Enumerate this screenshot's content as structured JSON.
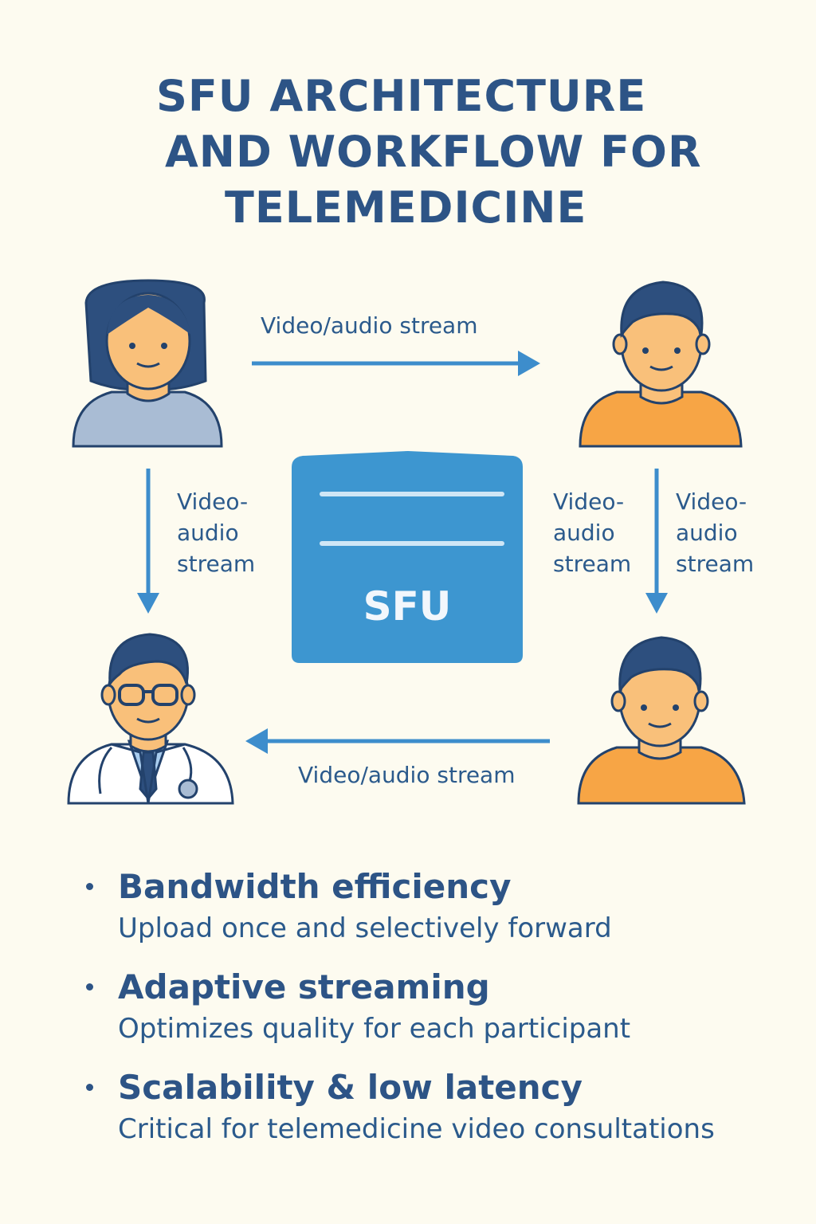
{
  "title": {
    "line1": "SFU ARCHITECTURE",
    "line2": "AND WORKFLOW FOR",
    "line3": "TELEMEDICINE"
  },
  "sfu": {
    "label": "SFU"
  },
  "streams": {
    "top": "Video/audio stream",
    "bottom": "Video/audio stream",
    "left": [
      "Video-",
      "audio",
      "stream"
    ],
    "middle_right": [
      "Video-",
      "audio",
      "stream"
    ],
    "far_right": [
      "Video-",
      "audio",
      "stream"
    ]
  },
  "participants": [
    {
      "role": "patient-woman",
      "icon": "woman-avatar-icon",
      "shirt_color": "#a9bcd4"
    },
    {
      "role": "participant-man-top",
      "icon": "man-avatar-icon",
      "shirt_color": "#f7a545"
    },
    {
      "role": "doctor",
      "icon": "doctor-avatar-icon",
      "shirt_color": "#ffffff"
    },
    {
      "role": "participant-man-bottom",
      "icon": "man-avatar-icon",
      "shirt_color": "#f7a545"
    }
  ],
  "features": [
    {
      "title": "Bandwidth efficiency",
      "desc": "Upload once and selectively forward"
    },
    {
      "title": "Adaptive streaming",
      "desc": "Optimizes quality for each participant"
    },
    {
      "title": "Scalability & low latency",
      "desc": "Critical for telemedicine video consultations"
    }
  ],
  "colors": {
    "background": "#fdfbf0",
    "title": "#2d5486",
    "arrow": "#3d8dcc",
    "sfu_box": "#3d96d0",
    "skin": "#f9c07a",
    "hair": "#2d4f7e"
  }
}
